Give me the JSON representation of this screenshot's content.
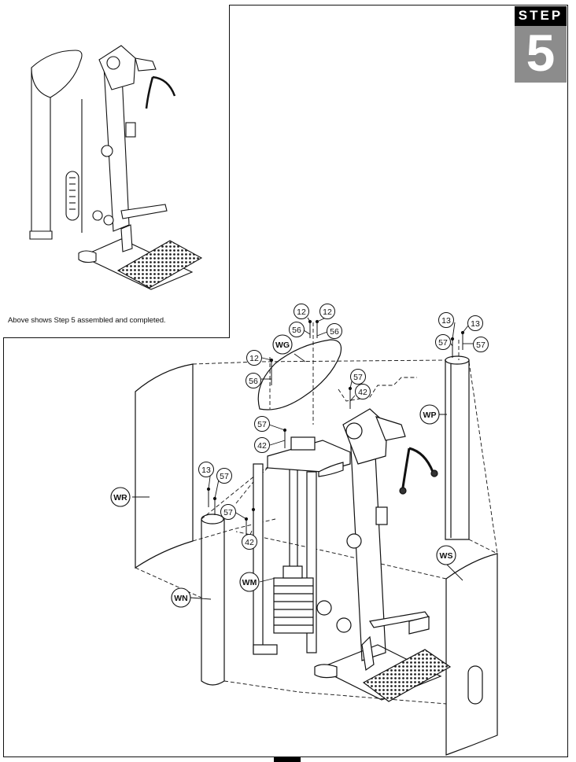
{
  "step": {
    "word": "STEP",
    "number": "5"
  },
  "inset": {
    "caption": "Above shows Step 5 assembled and completed."
  },
  "callouts": {
    "n12a": "12",
    "n12b": "12",
    "n12c": "12",
    "n56a": "56",
    "n56b": "56",
    "n56c": "56",
    "n13a": "13",
    "n13b": "13",
    "n13c": "13",
    "n57a": "57",
    "n57b": "57",
    "n57c": "57",
    "n57d": "57",
    "n57e": "57",
    "n57f": "57",
    "n42a": "42",
    "n42b": "42",
    "n42c": "42"
  },
  "parts": {
    "wg": "WG",
    "wp": "WP",
    "wr": "WR",
    "wn": "WN",
    "wm": "WM",
    "ws": "WS"
  }
}
